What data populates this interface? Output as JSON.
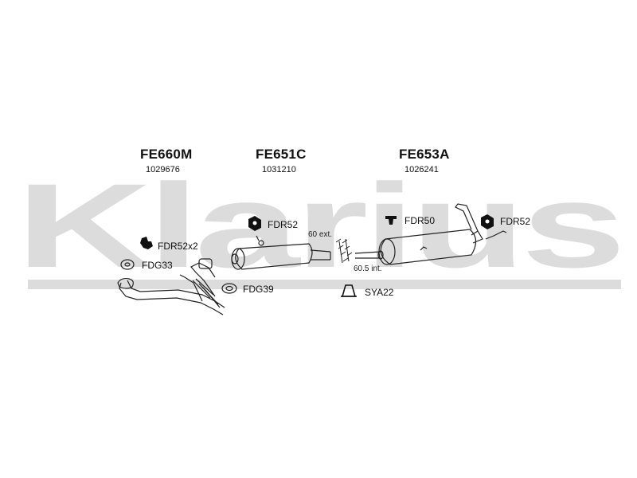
{
  "watermark": "Klarius",
  "sections": [
    {
      "code": "FE660M",
      "number": "1029676"
    },
    {
      "code": "FE651C",
      "number": "1031210"
    },
    {
      "code": "FE653A",
      "number": "1026241"
    }
  ],
  "parts": {
    "fdr52x2": "FDR52x2",
    "fdg33": "FDG33",
    "fdg39": "FDG39",
    "fdr52_center": "FDR52",
    "fdr50": "FDR50",
    "fdr52_right": "FDR52",
    "sya22": "SYA22"
  },
  "dimensions": {
    "ext": "60 ext.",
    "int": "60.5 int."
  }
}
